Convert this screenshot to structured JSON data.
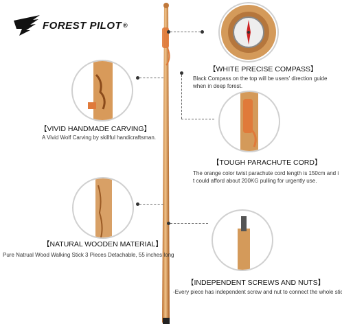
{
  "brand": {
    "name": "FOREST PILOT",
    "registered": "®"
  },
  "features": [
    {
      "heading": "【WHITE PRECISE COMPASS】",
      "description": "Black Compass on the top will be users' direction guide when in deep forest."
    },
    {
      "heading": "【VIVID HANDMADE CARVING】",
      "description": "A Vivid Wolf Carving by skillful handicraftsman."
    },
    {
      "heading": "【TOUGH PARACHUTE CORD】",
      "description_lines": [
        "The orange color twist parachute cord length is 150cm and i",
        "t could afford about 200KG pulling for urgently use."
      ]
    },
    {
      "heading": "【NATURAL WOODEN MATERIAL】",
      "description": "Pure Natrual Wood Walking Stick 3 Pieces Detachable, 55 inches long"
    },
    {
      "heading": "【INDEPENDENT SCREWS AND NUTS】",
      "description": "-Every piece has independent screw and nut to connect the whole stick"
    }
  ],
  "colors": {
    "wood_light": "#e9b57a",
    "wood_dark": "#b86b2c",
    "cord_orange": "#e07a3a",
    "compass_face": "#f4f4f4"
  }
}
